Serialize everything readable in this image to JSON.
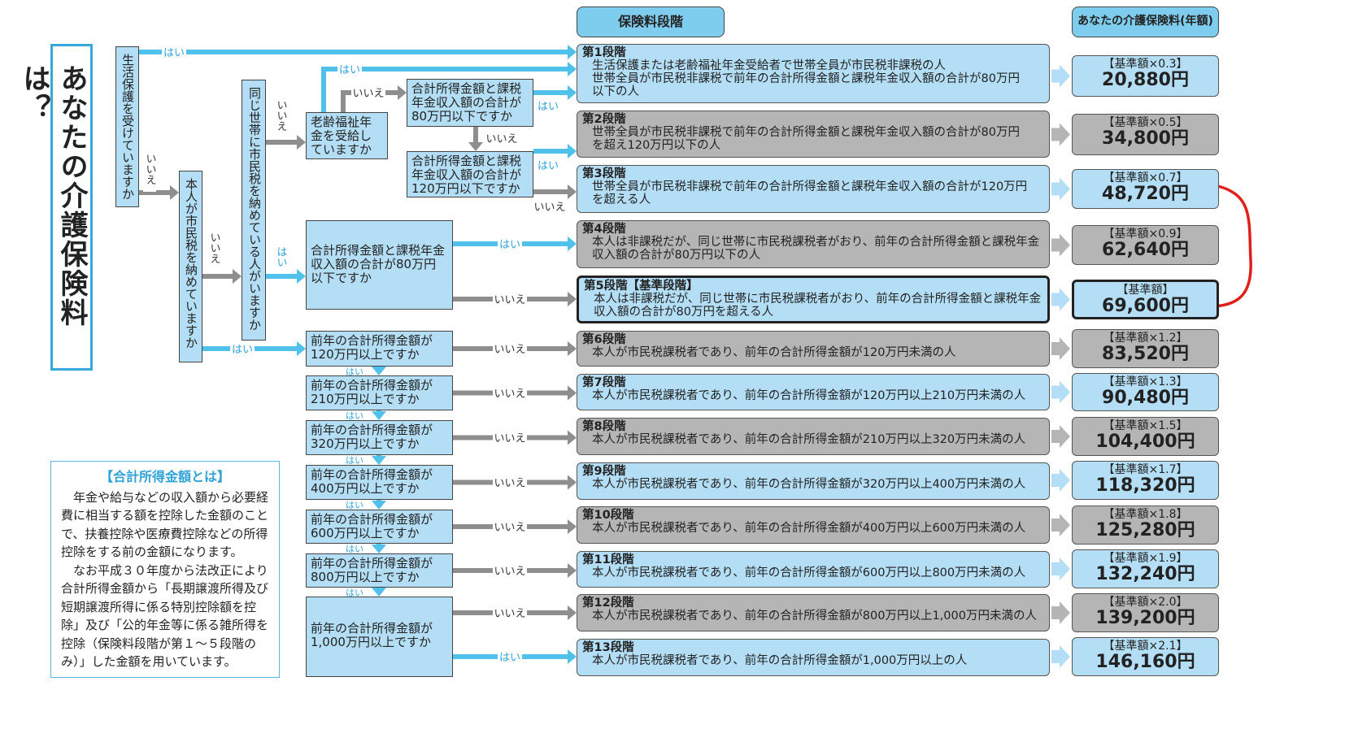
{
  "title": "あなたの介護保険料は？",
  "labels": {
    "yes": "はい",
    "no": "いいえ"
  },
  "questions": {
    "welfare": "生活保護を受けていますか",
    "self_tax": "本人が市民税を納めていますか",
    "household_tax": "同じ世帯に市民税を納めている人がいますか",
    "pension": "老齢福祉年金を受給していますか",
    "under80": "合計所得金額と課税年金収入額の合計が80万円以下ですか",
    "under120": "合計所得金額と課税年金収入額の合計が120万円以下ですか",
    "under80_self": "合計所得金額と課税年金収入額の合計が80万円以下ですか"
  },
  "income_questions": [
    "前年の合計所得金額が120万円以上ですか",
    "前年の合計所得金額が210万円以上ですか",
    "前年の合計所得金額が320万円以上ですか",
    "前年の合計所得金額が400万円以上ですか",
    "前年の合計所得金額が600万円以上ですか",
    "前年の合計所得金額が800万円以上ですか",
    "前年の合計所得金額が1,000万円以上ですか"
  ],
  "stage_header": "保険料段階",
  "fee_header": "あなたの介護保険料(年額)",
  "stages": [
    {
      "name": "第1段階",
      "lines": [
        "生活保護または老齢福祉年金受給者で世帯全員が市民税非課税の人",
        "世帯全員が市民税非課税で前年の合計所得金額と課税年金収入額の合計が80万円",
        "以下の人"
      ],
      "fee_label": "【基準額×0.3】",
      "fee": "20,880円",
      "color": "blue"
    },
    {
      "name": "第2段階",
      "lines": [
        "世帯全員が市民税非課税で前年の合計所得金額と課税年金収入額の合計が80万円",
        "を超え120万円以下の人"
      ],
      "fee_label": "【基準額×0.5】",
      "fee": "34,800円",
      "color": "gray"
    },
    {
      "name": "第3段階",
      "lines": [
        "世帯全員が市民税非課税で前年の合計所得金額と課税年金収入額の合計が120万円",
        "を超える人"
      ],
      "fee_label": "【基準額×0.7】",
      "fee": "48,720円",
      "color": "blue"
    },
    {
      "name": "第4段階",
      "lines": [
        "本人は非課税だが、同じ世帯に市民税課税者がおり、前年の合計所得金額と課税年金",
        "収入額の合計が80万円以下の人"
      ],
      "fee_label": "【基準額×0.9】",
      "fee": "62,640円",
      "color": "gray"
    },
    {
      "name": "第5段階【基準段階】",
      "lines": [
        "本人は非課税だが、同じ世帯に市民税課税者がおり、前年の合計所得金額と課税年金",
        "収入額の合計が80万円を超える人"
      ],
      "fee_label": "【基準額】",
      "fee": "69,600円",
      "color": "blue"
    },
    {
      "name": "第6段階",
      "lines": [
        "本人が市民税課税者であり、前年の合計所得金額が120万円未満の人"
      ],
      "fee_label": "【基準額×1.2】",
      "fee": "83,520円",
      "color": "gray"
    },
    {
      "name": "第7段階",
      "lines": [
        "本人が市民税課税者であり、前年の合計所得金額が120万円以上210万円未満の人"
      ],
      "fee_label": "【基準額×1.3】",
      "fee": "90,480円",
      "color": "blue"
    },
    {
      "name": "第8段階",
      "lines": [
        "本人が市民税課税者であり、前年の合計所得金額が210万円以上320万円未満の人"
      ],
      "fee_label": "【基準額×1.5】",
      "fee": "104,400円",
      "color": "gray"
    },
    {
      "name": "第9段階",
      "lines": [
        "本人が市民税課税者であり、前年の合計所得金額が320万円以上400万円未満の人"
      ],
      "fee_label": "【基準額×1.7】",
      "fee": "118,320円",
      "color": "blue"
    },
    {
      "name": "第10段階",
      "lines": [
        "本人が市民税課税者であり、前年の合計所得金額が400万円以上600万円未満の人"
      ],
      "fee_label": "【基準額×1.8】",
      "fee": "125,280円",
      "color": "gray"
    },
    {
      "name": "第11段階",
      "lines": [
        "本人が市民税課税者であり、前年の合計所得金額が600万円以上800万円未満の人"
      ],
      "fee_label": "【基準額×1.9】",
      "fee": "132,240円",
      "color": "blue"
    },
    {
      "name": "第12段階",
      "lines": [
        "本人が市民税課税者であり、前年の合計所得金額が800万円以上1,000万円未満の人"
      ],
      "fee_label": "【基準額×2.0】",
      "fee": "139,200円",
      "color": "gray"
    },
    {
      "name": "第13段階",
      "lines": [
        "本人が市民税課税者であり、前年の合計所得金額が1,000万円以上の人"
      ],
      "fee_label": "【基準額×2.1】",
      "fee": "146,160円",
      "color": "blue"
    }
  ],
  "note": {
    "title": "【合計所得金額とは】",
    "paragraphs": [
      "年金や給与などの収入額から必要経費に相当する額を控除した金額のことで、扶養控除や医療費控除などの所得控除をする前の金額になります。",
      "なお平成３０年度から法改正により合計所得金額から「長期譲渡所得及び短期譲渡所得に係る特別控除額を控除」及び「公的年金等に係る雑所得を控除（保険料段階が第１～５段階のみ）」した金額を用いています。"
    ]
  },
  "colors": {
    "blue_box": "#b3def5",
    "gray_box": "#b5b5b5",
    "yes_line": "#4fc1ea",
    "no_line": "#8e8e8e",
    "annotation": "#e0201c"
  }
}
